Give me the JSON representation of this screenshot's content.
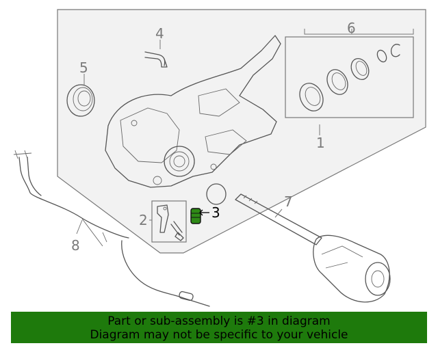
{
  "callouts": {
    "c1": "1",
    "c2": "2",
    "c3": "3",
    "c4": "4",
    "c5": "5",
    "c6": "6",
    "c7": "7",
    "c8": "8"
  },
  "highlighted_part": "3",
  "colors": {
    "banner_bg": "#1e7a0c",
    "panel_bg": "#f2f2f2",
    "highlight_part": "#2e8a16"
  },
  "banner": {
    "line1": "Part or sub-assembly is #3 in diagram",
    "line2": "Diagram may not be specific to your vehicle"
  }
}
